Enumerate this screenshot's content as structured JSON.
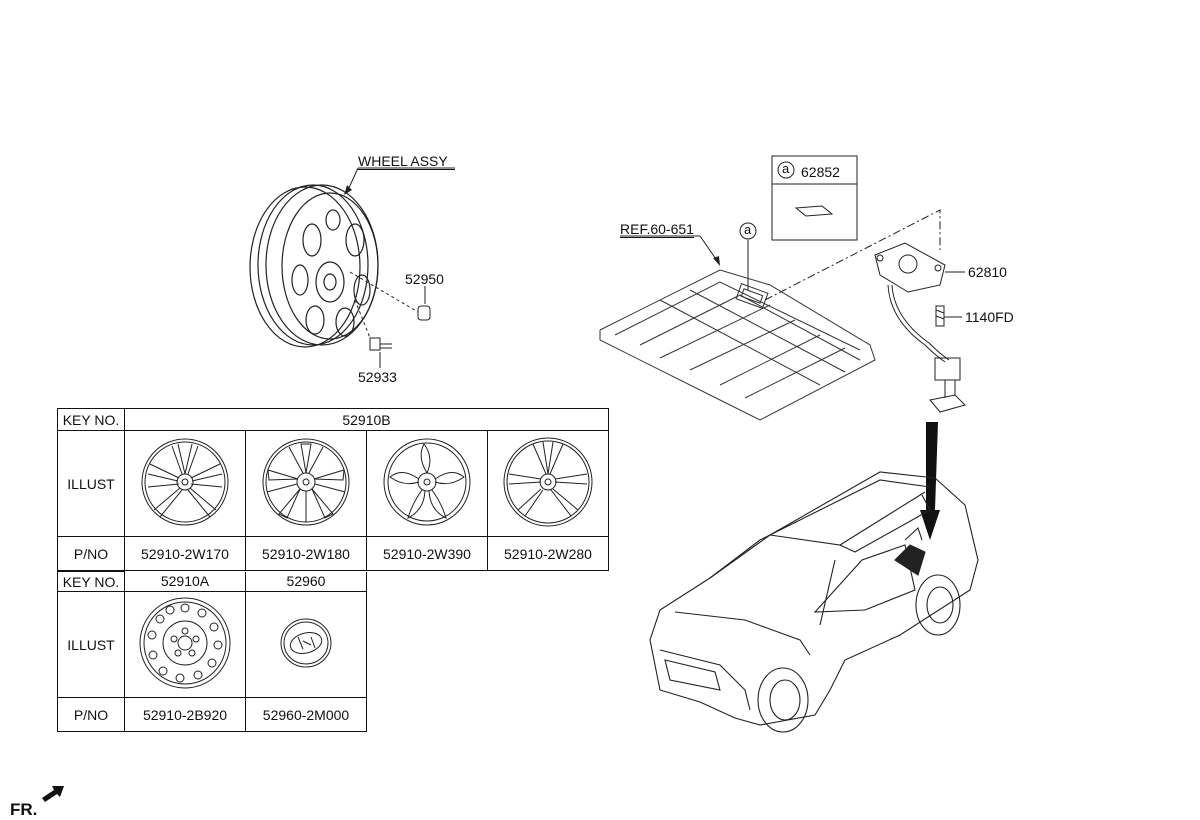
{
  "callouts": {
    "wheel_assy": "WHEEL ASSY",
    "lug_nut": "52950",
    "hub_bolt": "52933",
    "ref": "REF.60-651",
    "marker_a": "a",
    "detail_key": "a",
    "detail_part": "62852",
    "carrier": "62810",
    "bolt": "1140FD",
    "front": "FR."
  },
  "table_top": {
    "key_header": "KEY NO.",
    "key_value": "52910B",
    "illust_header": "ILLUST",
    "pno_header": "P/NO",
    "parts": [
      "52910-2W170",
      "52910-2W180",
      "52910-2W390",
      "52910-2W280"
    ]
  },
  "table_bottom": {
    "key_header": "KEY NO.",
    "keys": [
      "52910A",
      "52960"
    ],
    "illust_header": "ILLUST",
    "pno_header": "P/NO",
    "parts": [
      "52910-2B920",
      "52960-2M000"
    ]
  }
}
